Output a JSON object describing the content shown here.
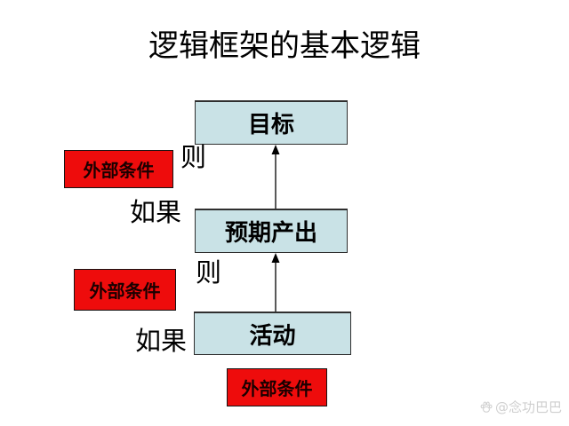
{
  "title": "逻辑框架的基本逻辑",
  "colors": {
    "background": "#ffffff",
    "level_box_fill": "#c9e2e6",
    "condition_box_fill": "#ee0c0c",
    "box_border": "#2f2f2f",
    "text": "#000000",
    "watermark_text": "#cfcfcf"
  },
  "diagram": {
    "levels": [
      {
        "id": "goal",
        "label": "目标"
      },
      {
        "id": "expected-output",
        "label": "预期产出"
      },
      {
        "id": "activity",
        "label": "活动"
      }
    ],
    "then_labels": [
      {
        "label": "则"
      },
      {
        "label": "则"
      }
    ],
    "if_labels": [
      {
        "label": "如果"
      },
      {
        "label": "如果"
      }
    ],
    "conditions": [
      {
        "label": "外部条件"
      },
      {
        "label": "外部条件"
      },
      {
        "label": "外部条件"
      }
    ],
    "arrows": [
      {
        "from": "expected-output",
        "to": "goal",
        "direction": "up"
      },
      {
        "from": "activity",
        "to": "expected-output",
        "direction": "up"
      }
    ]
  },
  "watermark": {
    "icon": "paw-icon",
    "text": "@念功巴巴"
  }
}
